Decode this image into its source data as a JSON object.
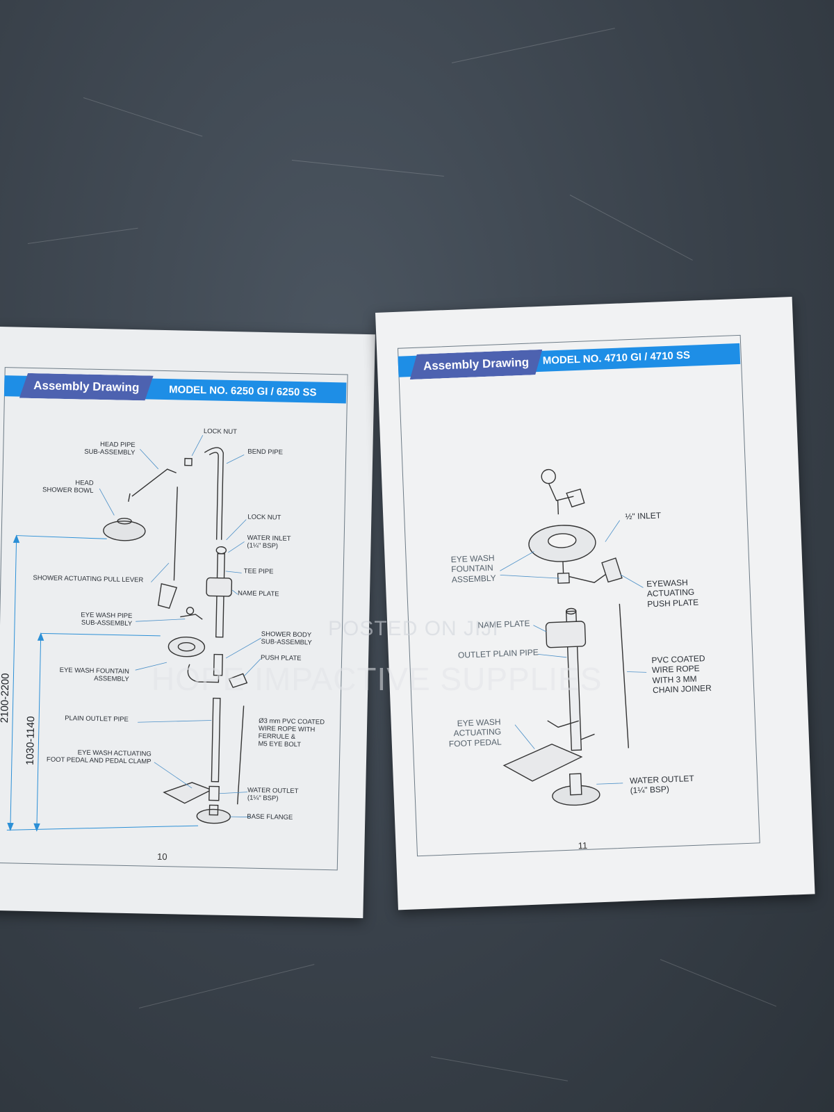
{
  "left_page": {
    "header_tab": "Assembly Drawing",
    "model": "MODEL NO. 6250 GI / 6250 SS",
    "page_number": "10",
    "labels": {
      "lock_nut_top": "LOCK NUT",
      "head_pipe": "HEAD PIPE\nSUB-ASSEMBLY",
      "bend_pipe": "BEND PIPE",
      "head_shower_bowl": "HEAD\nSHOWER BOWL",
      "lock_nut_mid": "LOCK NUT",
      "water_inlet": "WATER INLET\n(1¼\" BSP)",
      "tee_pipe": "TEE PIPE",
      "pull_lever": "SHOWER ACTUATING PULL LEVER",
      "name_plate": "NAME PLATE",
      "eye_wash_pipe": "EYE WASH PIPE\nSUB-ASSEMBLY",
      "shower_body": "SHOWER BODY\nSUB-ASSEMBLY",
      "push_plate": "PUSH PLATE",
      "eye_wash_fountain": "EYE WASH FOUNTAIN\nASSEMBLY",
      "plain_outlet_pipe": "PLAIN OUTLET PIPE",
      "wire_rope": "Ø3 mm PVC COATED\nWIRE ROPE WITH\nFERRULE &\nM5 EYE BOLT",
      "foot_pedal": "EYE WASH ACTUATING\nFOOT PEDAL AND PEDAL CLAMP",
      "water_outlet": "WATER OUTLET\n(1¼\" BSP)",
      "base_flange": "BASE FLANGE"
    },
    "dimensions": {
      "total_height": "2100-2200",
      "eyewash_height": "1030-1140"
    }
  },
  "right_page": {
    "header_tab": "Assembly Drawing",
    "model": "MODEL NO. 4710 GI / 4710 SS",
    "page_number": "11",
    "labels": {
      "half_inlet": "½\" INLET",
      "eye_wash_fountain": "EYE WASH\nFOUNTAIN\nASSEMBLY",
      "eyewash_push_plate": "EYEWASH\nACTUATING\nPUSH PLATE",
      "name_plate": "NAME PLATE",
      "outlet_plain_pipe": "OUTLET PLAIN PIPE",
      "pvc_wire_rope": "PVC COATED\nWIRE ROPE\nWITH 3 MM\nCHAIN JOINER",
      "foot_pedal": "EYE WASH\nACTUATING\nFOOT PEDAL",
      "water_outlet": "WATER OUTLET\n(1¼\" BSP)"
    }
  },
  "watermark": {
    "posted": "POSTED ON JIJI",
    "brand": "HOPE IMPACTIVE SUPPLIES"
  },
  "colors": {
    "header_band": "#1e8ee6",
    "header_tab": "#4d62b0",
    "dimension_line": "#2b8fd6"
  }
}
